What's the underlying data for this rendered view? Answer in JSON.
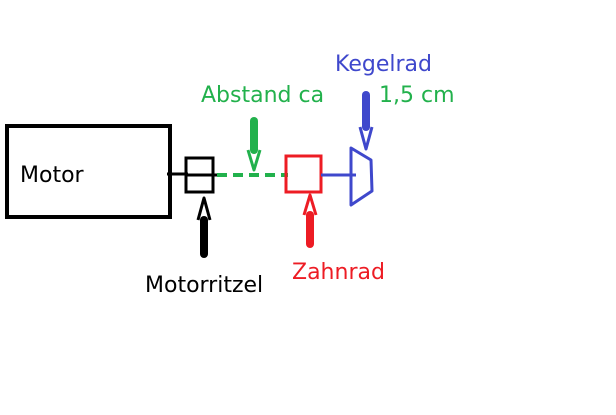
{
  "labels": {
    "motor": "Motor",
    "motorritzel": "Motorritzel",
    "abstand": "Abstand ca",
    "abstand_value": "1,5 cm",
    "zahnrad": "Zahnrad",
    "kegelrad": "Kegelrad"
  },
  "colors": {
    "motor": "#000000",
    "motorritzel": "#000000",
    "abstand": "#22b14c",
    "zahnrad": "#ed1c24",
    "kegelrad": "#3f48cc",
    "background": "#ffffff"
  }
}
